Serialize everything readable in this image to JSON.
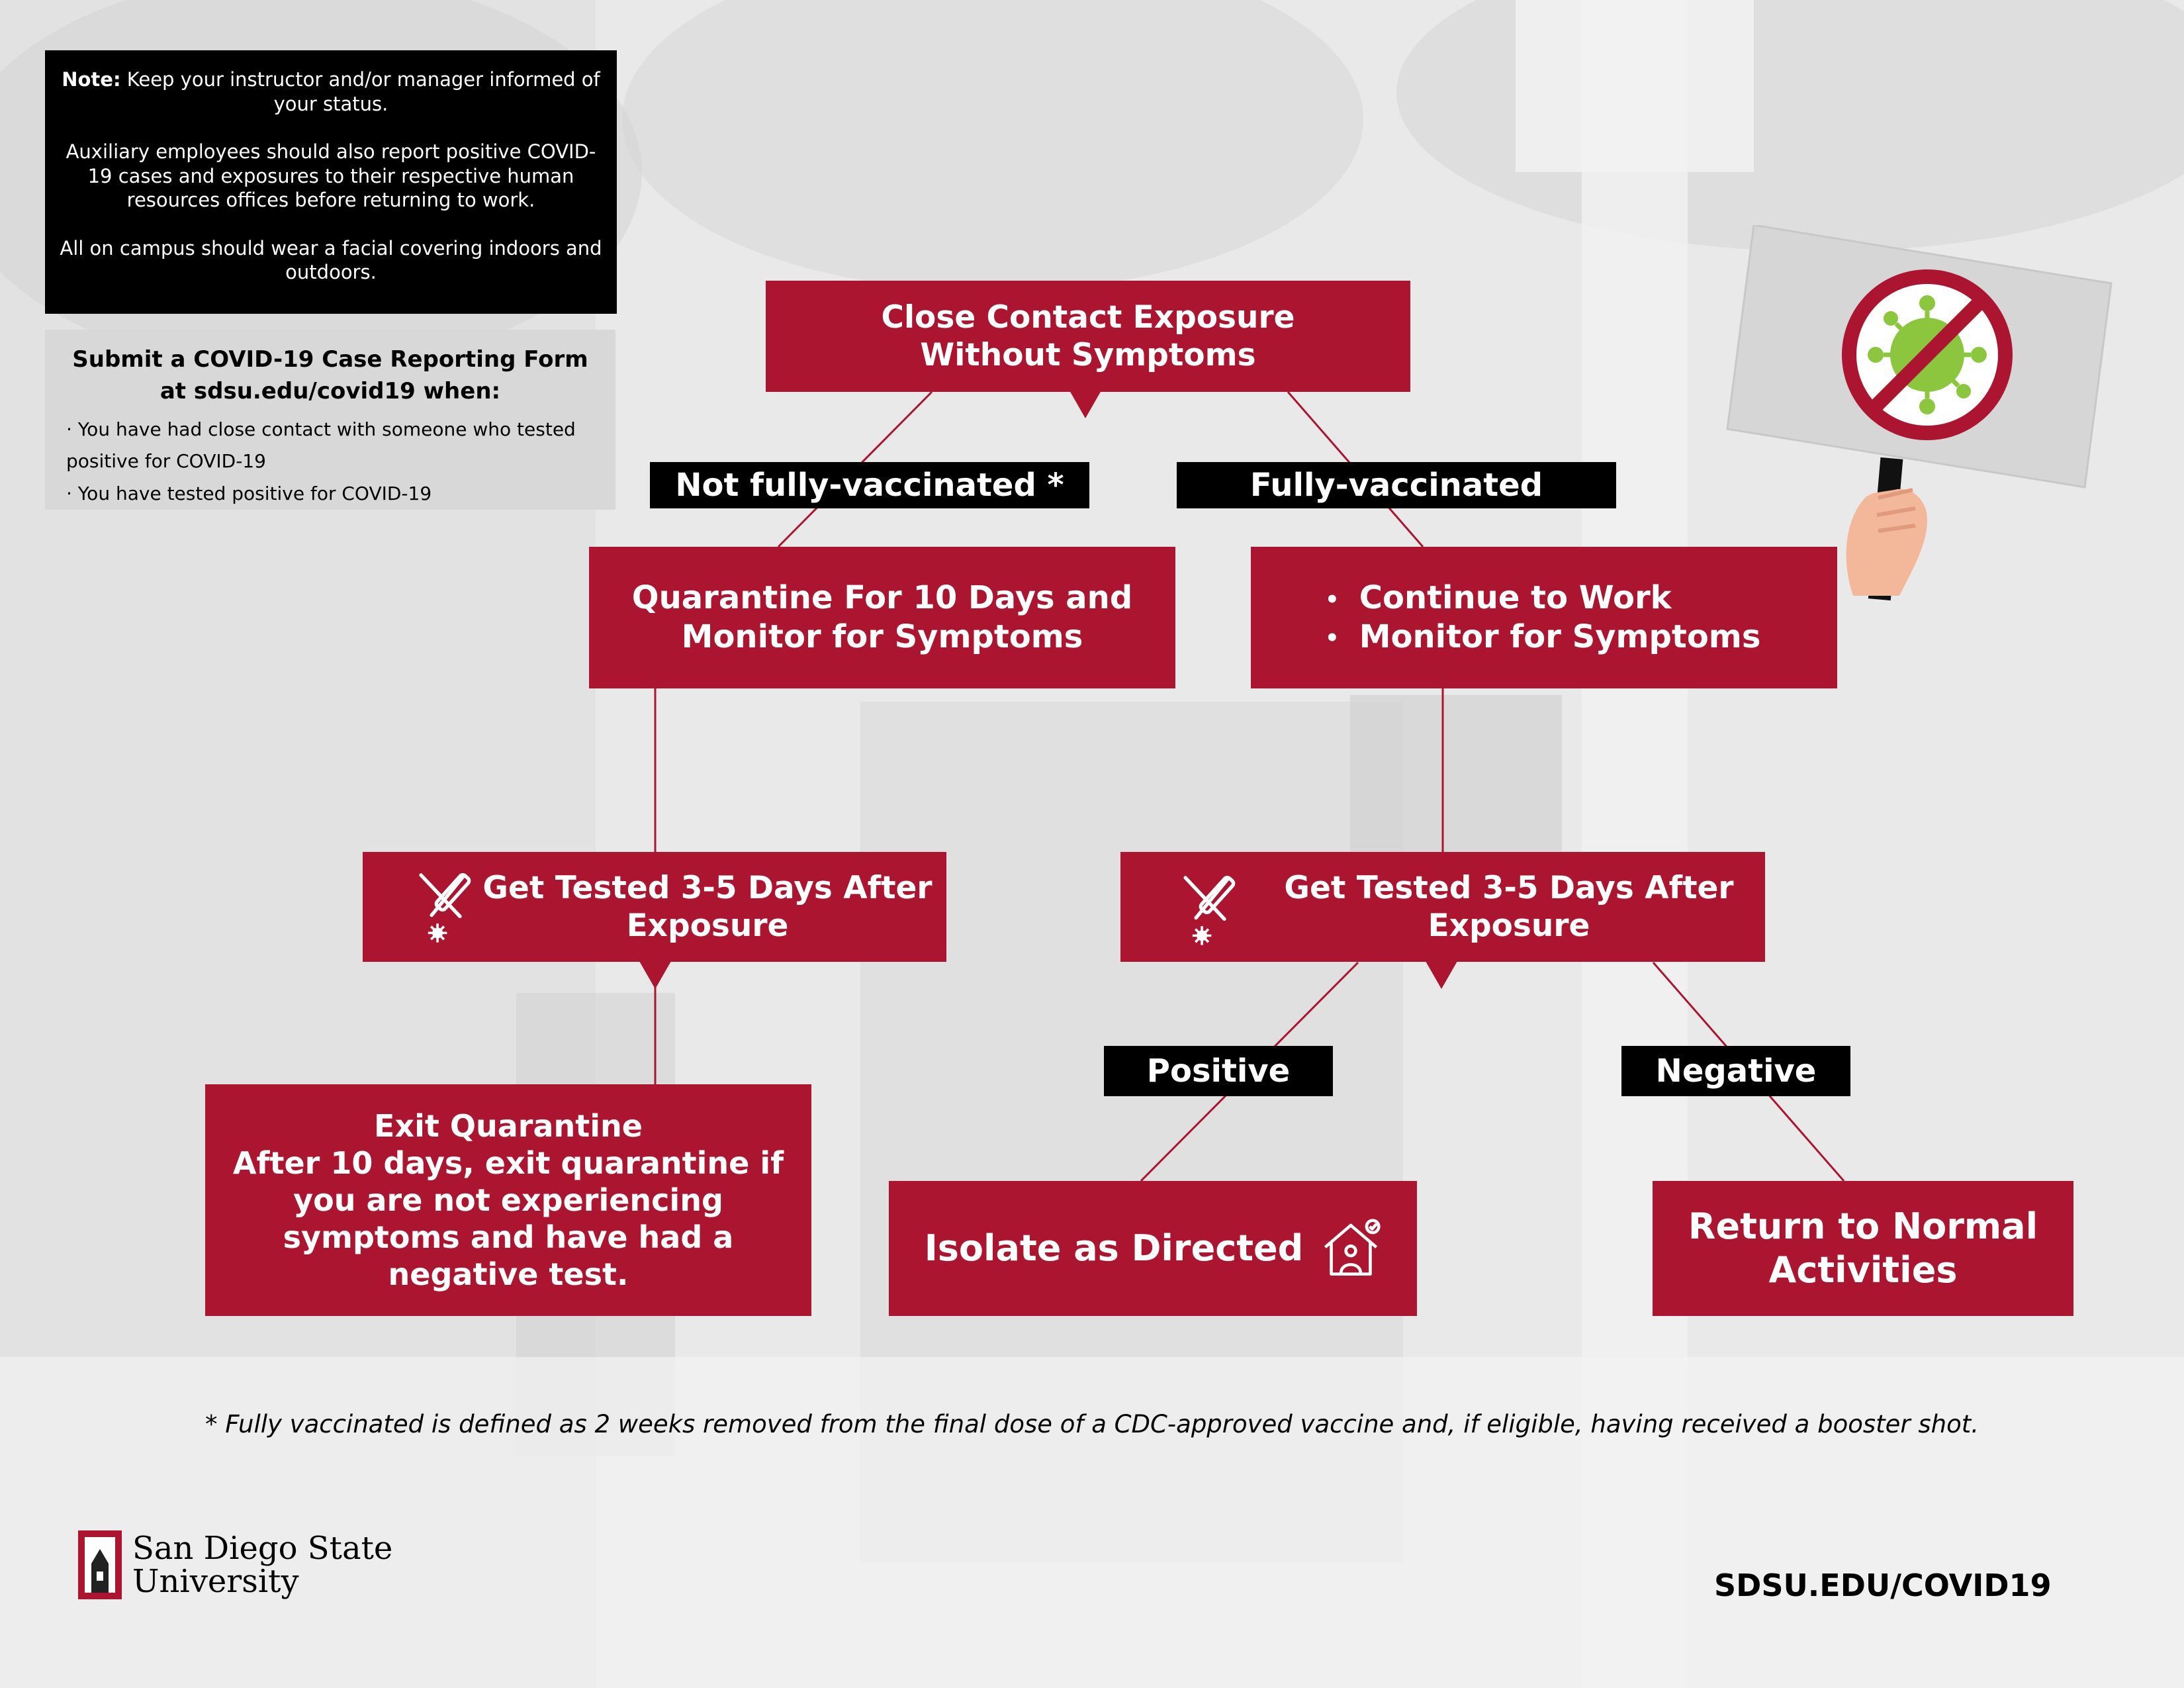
{
  "note": {
    "label": "Note:",
    "text1": " Keep your instructor and/or manager informed of your status.",
    "text2": "Auxiliary employees should also report positive COVID-19 cases and exposures to their respective human resources offices before returning to work.",
    "text3": "All on campus should wear a facial covering indoors and outdoors."
  },
  "report": {
    "title_line1": "Submit a COVID-19 Case Reporting Form",
    "title_line2": "at sdsu.edu/covid19 when:",
    "items": [
      "· You have had close contact with someone who tested positive for COVID-19",
      "· You have tested positive for COVID-19"
    ]
  },
  "flow": {
    "start_line1": "Close Contact Exposure",
    "start_line2": "Without Symptoms",
    "branch_left": "Not fully-vaccinated *",
    "branch_right": "Fully-vaccinated",
    "quarantine_line1": "Quarantine For 10 Days and",
    "quarantine_line2": "Monitor for Symptoms",
    "continue_item1": "Continue to Work",
    "continue_item2": "Monitor for Symptoms",
    "test_left_line1": "Get Tested 3-5 Days After",
    "test_left_line2": "Exposure",
    "test_right_line1": "Get Tested 3-5 Days After",
    "test_right_line2": "Exposure",
    "exit_title": "Exit Quarantine",
    "exit_body": "After 10 days, exit quarantine if you are not experiencing symptoms and have had a negative test.",
    "positive": "Positive",
    "negative": "Negative",
    "isolate": "Isolate as Directed",
    "return_line1": "Return to Normal",
    "return_line2": "Activities"
  },
  "footnote": "* Fully vaccinated is defined as 2 weeks removed from the final dose of a CDC-approved vaccine and, if eligible, having received a booster shot.",
  "footer": {
    "logo_line1": "San Diego State",
    "logo_line2": "University",
    "url": "SDSU.EDU/COVID19"
  },
  "icons": {
    "test": "test-tube-swab-icon",
    "home": "home-isolation-icon",
    "sign": "no-virus-sign-icon",
    "logo": "sdsu-shield-logo"
  },
  "colors": {
    "brand_red": "#ab1530",
    "black": "#000000",
    "light_gray": "#d8d8d8",
    "virus_green": "#8cc63f"
  }
}
